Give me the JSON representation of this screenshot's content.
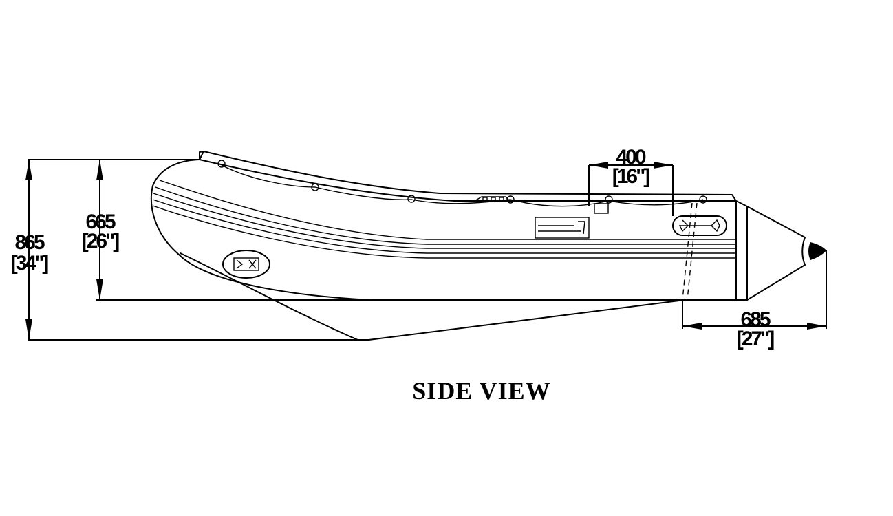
{
  "view_title": "SIDE VIEW",
  "dimensions": {
    "overall_height": {
      "mm": "865",
      "inch": "[34\"]"
    },
    "tube_height": {
      "mm": "665",
      "inch": "[26\"]"
    },
    "thwart_width": {
      "mm": "400",
      "inch": "[16\"]"
    },
    "bow_length": {
      "mm": "685",
      "inch": "[27\"]"
    }
  }
}
